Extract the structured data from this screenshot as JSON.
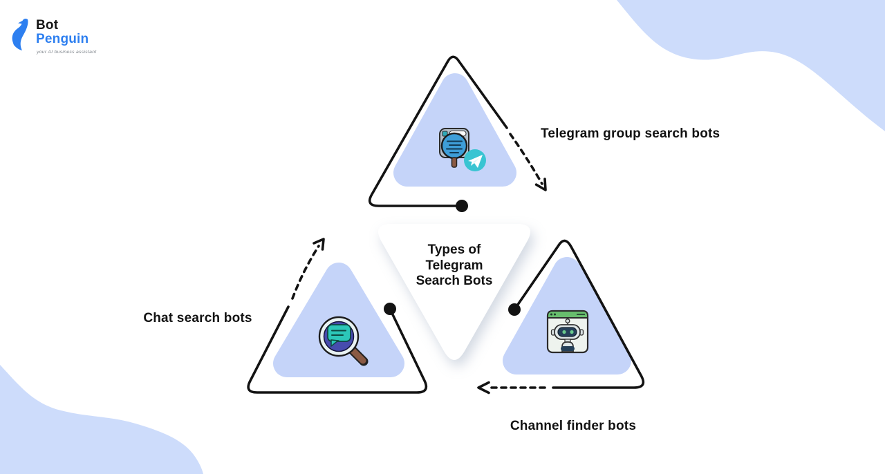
{
  "brand": {
    "name_top": "Bot",
    "name_bottom": "Penguin",
    "tagline": "your AI business assistant"
  },
  "diagram": {
    "center_title": {
      "line1": "Types of",
      "line2": "Telegram",
      "line3": "Search Bots"
    },
    "labels": {
      "top": "Telegram group search bots",
      "left": "Chat search bots",
      "right": "Channel finder bots"
    },
    "icons": {
      "top": "browser-search-telegram-icon",
      "left": "chat-magnifier-icon",
      "right": "robot-browser-icon"
    }
  },
  "colors": {
    "accent_blue": "#2d7ff0",
    "triangle_fill": "#c5d4f9",
    "blob_fill": "#cddcfb",
    "outline_black": "#131313",
    "teal": "#39c4d2"
  }
}
